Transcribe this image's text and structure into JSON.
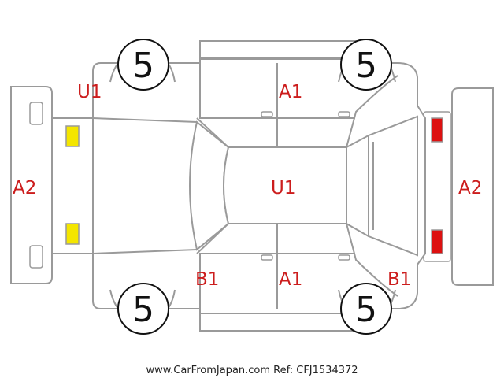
{
  "colors": {
    "damage_text": "#cc1d1d",
    "front_lamp": "#f4e600",
    "rear_lamp": "#dd1111",
    "outline": "#9a9a9a"
  },
  "tires": {
    "front_left": "5",
    "rear_left": "5",
    "front_right": "5",
    "rear_right": "5"
  },
  "labels": {
    "front_bumper": "A2",
    "rear_bumper": "A2",
    "front_left_fender": "U1",
    "roof": "U1",
    "left_doors": "A1",
    "right_doors": "A1",
    "front_right_fender": "B1",
    "rear_right_quarter": "B1"
  },
  "footer": "www.CarFromJapan.com Ref: CFJ1534372"
}
